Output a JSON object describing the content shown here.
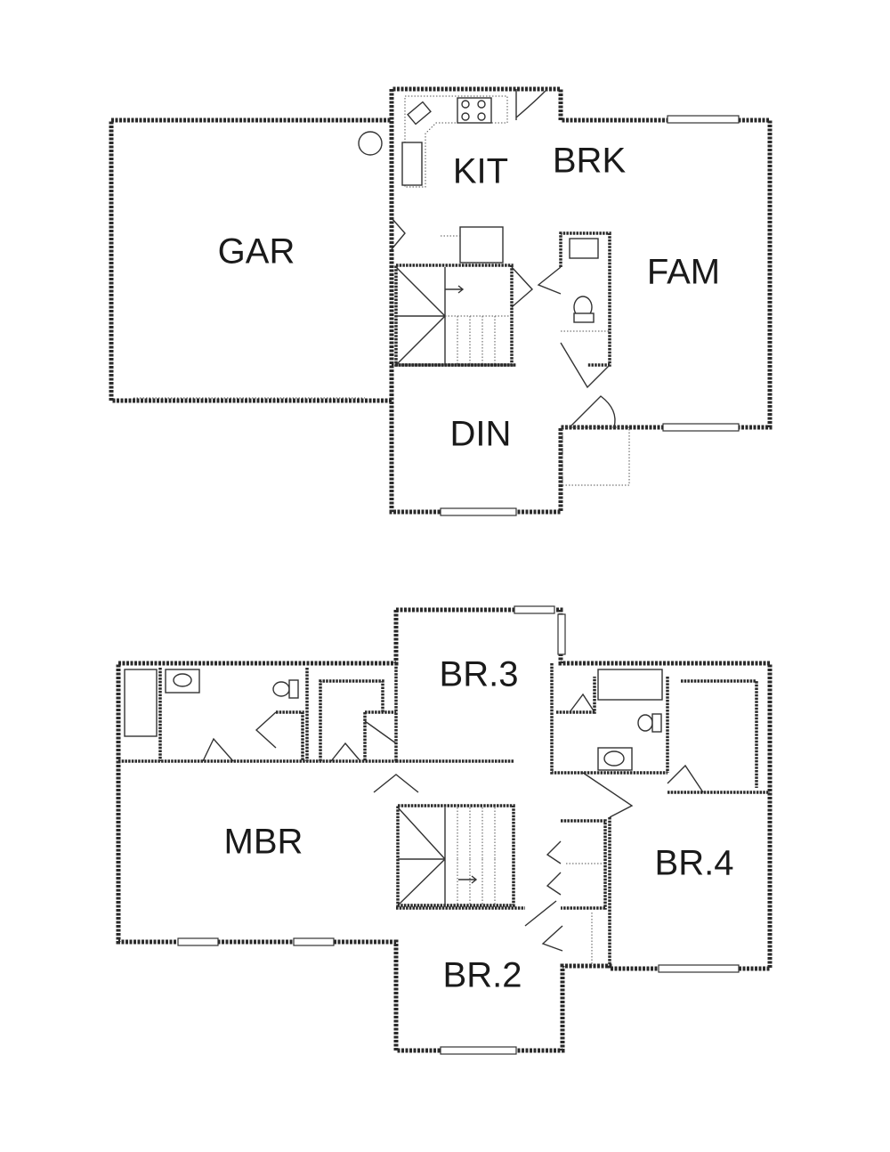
{
  "first_floor": {
    "rooms": {
      "garage": "GAR",
      "kitchen": "KIT",
      "breakfast": "BRK",
      "family": "FAM",
      "dining": "DIN"
    }
  },
  "second_floor": {
    "rooms": {
      "master_bedroom": "MBR",
      "bedroom_3": "BR.3",
      "bedroom_4": "BR.4",
      "bedroom_2": "BR.2"
    }
  }
}
